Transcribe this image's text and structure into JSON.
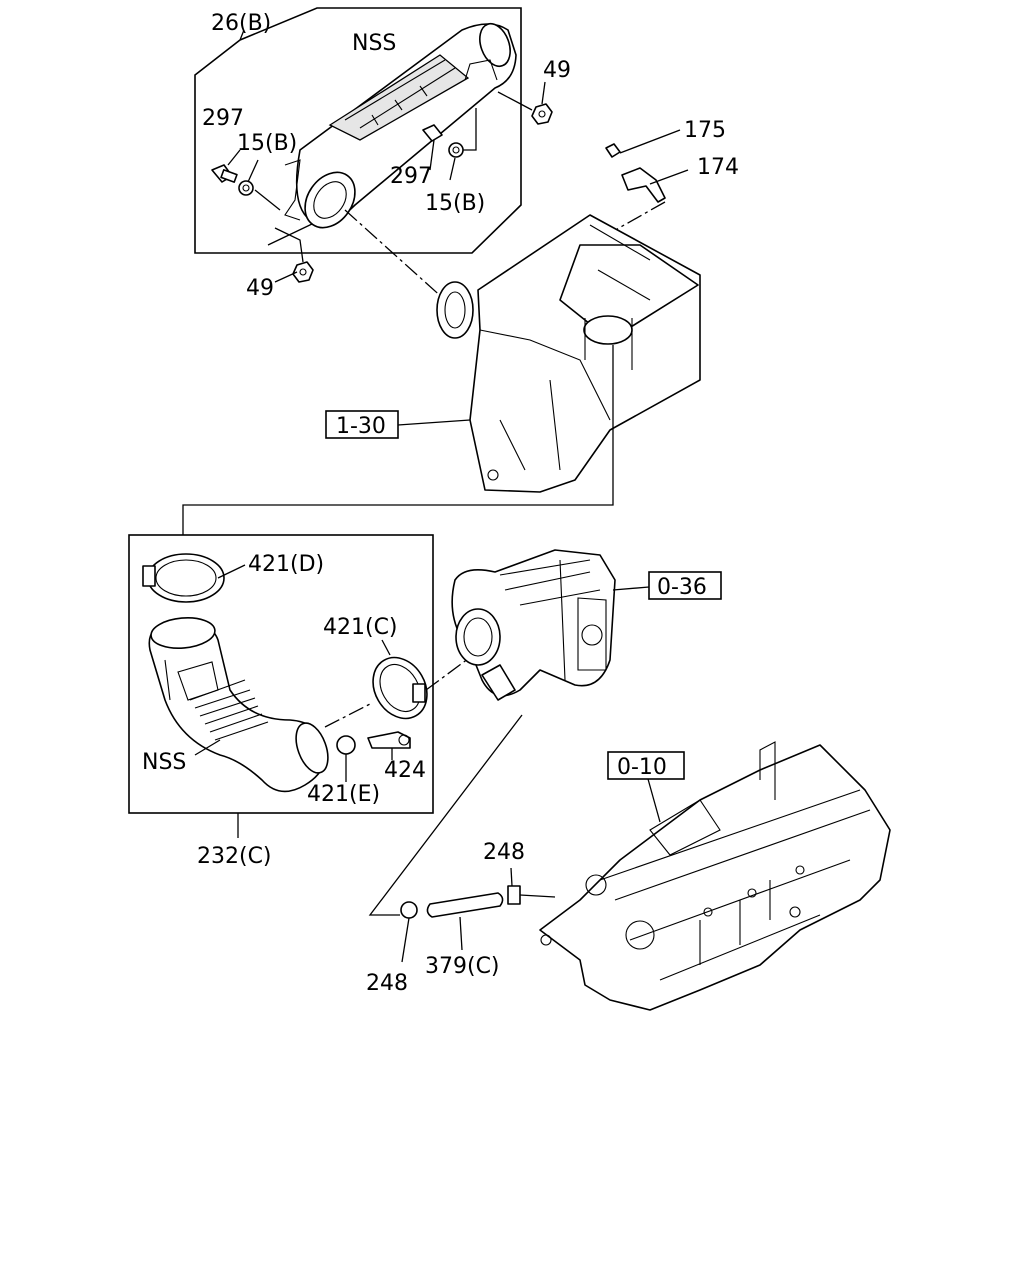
{
  "labels": {
    "top_group": "26(B)",
    "nss_top": "NSS",
    "nut_49_right": "49",
    "bolt_297_left": "297",
    "washer_15b_left": "15(B)",
    "bolt_297_mid": "297",
    "washer_15b_mid": "15(B)",
    "nut_49_bottom": "49",
    "screw_175": "175",
    "sensor_174": "174",
    "ref_air_cleaner": "1-30",
    "clamp_421d": "421(D)",
    "clamp_421c": "421(C)",
    "ref_turbo": "0-36",
    "nss_hose": "NSS",
    "fitting_424": "424",
    "clamp_421e": "421(E)",
    "group_232c": "232(C)",
    "ref_manifold": "0-10",
    "clip_248_top": "248",
    "clip_248_bottom": "248",
    "hose_379c": "379(C)"
  }
}
